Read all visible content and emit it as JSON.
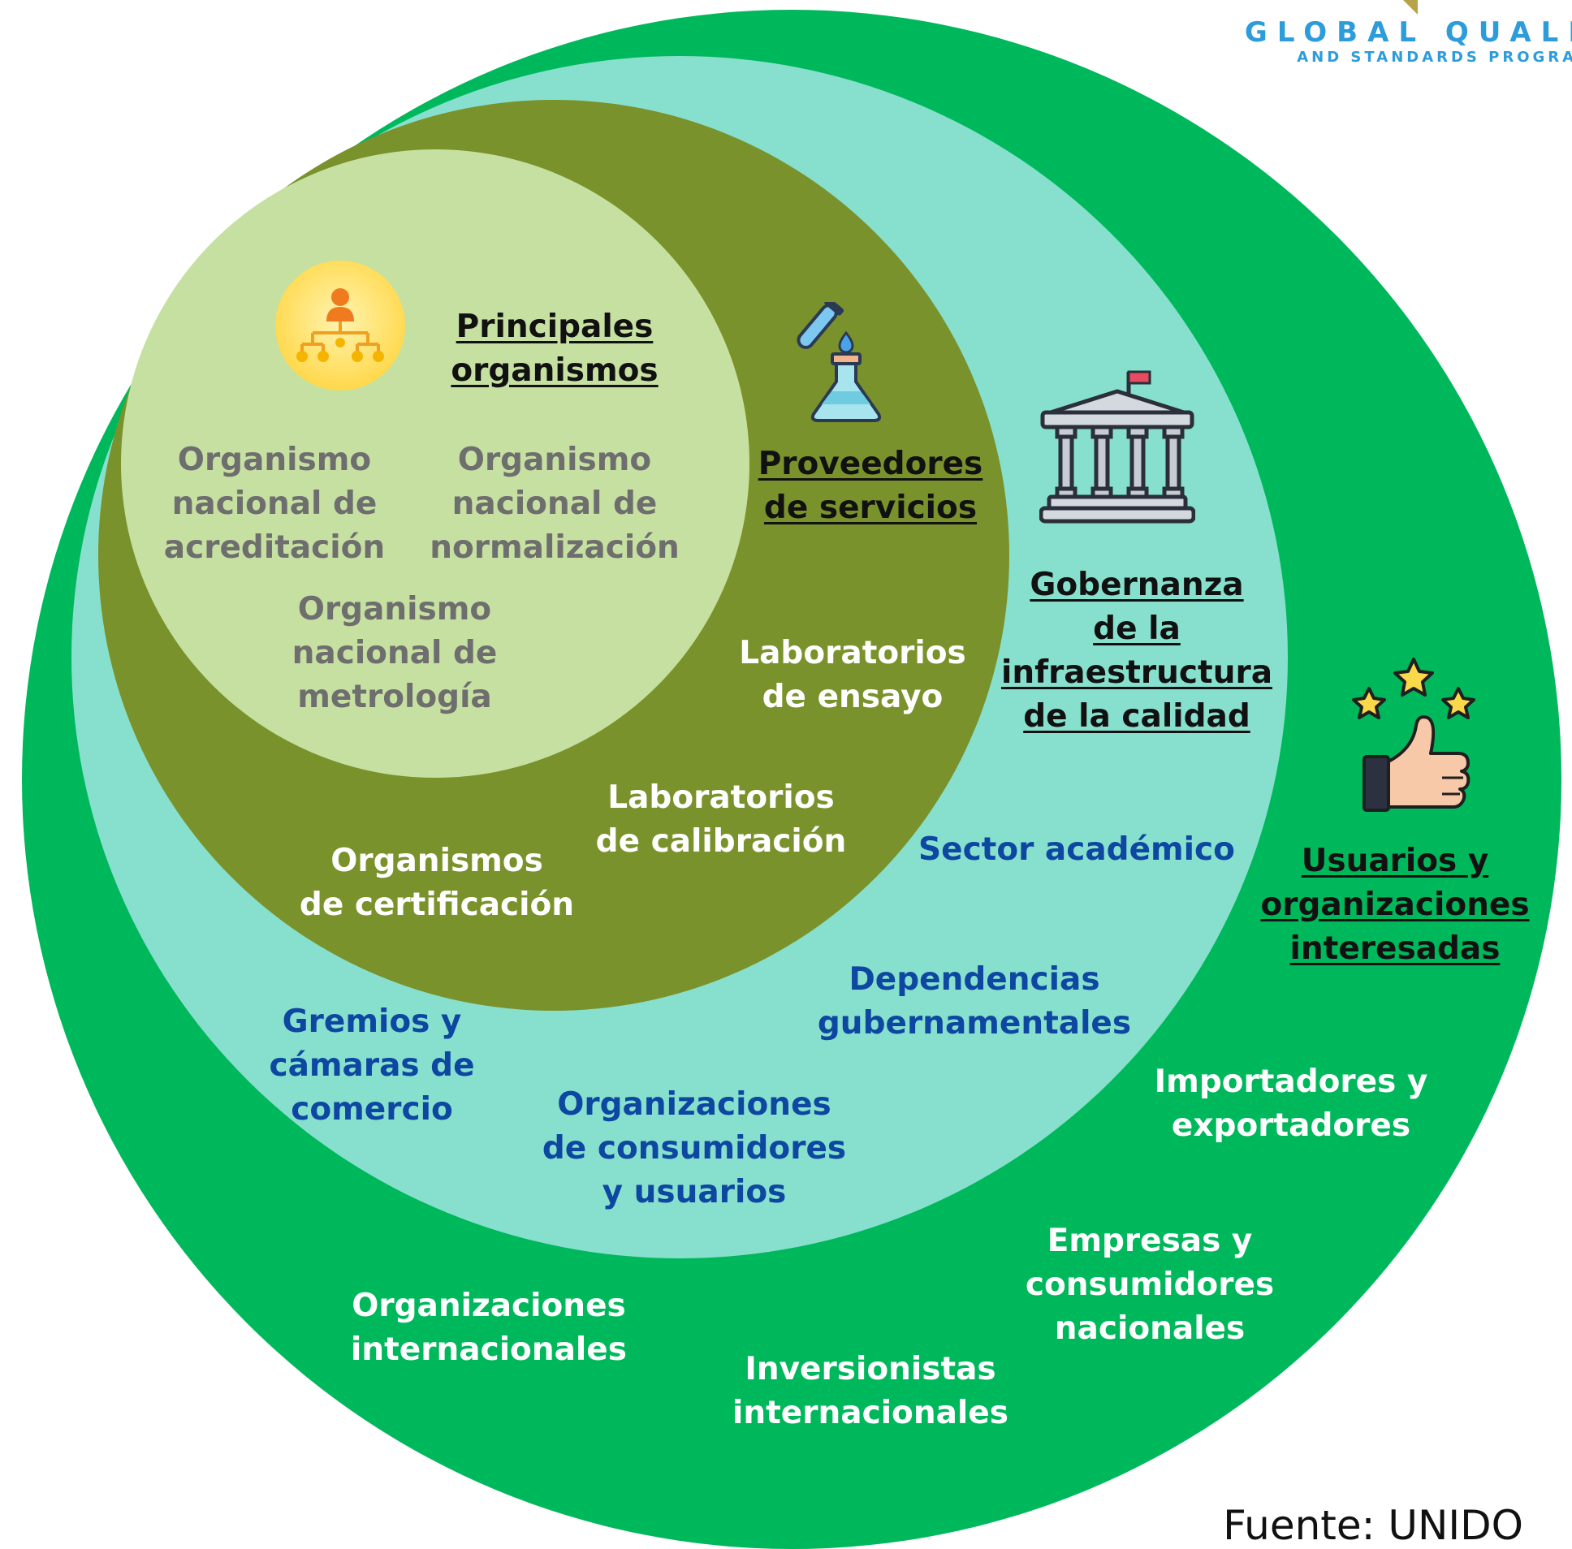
{
  "colors": {
    "outer": "#00b85c",
    "third": "#87e0cd",
    "second": "#7a922b",
    "inner": "#c6e0a1",
    "header_text": "#111111",
    "core_text": "#6e6e6e",
    "white_text": "#ffffff",
    "blue_text": "#0d47a1"
  },
  "logo": {
    "line1": "GLOBAL QUALI",
    "line2": "AND STANDARDS PROGRAM"
  },
  "core": {
    "header": "Principales\norganismos",
    "items": [
      "Organismo\nnacional de\nacreditación",
      "Organismo\nnacional de\nnormalización",
      "Organismo\nnacional de\nmetrología"
    ]
  },
  "services": {
    "header": "Proveedores\n de servicios",
    "items": [
      "Laboratorios\nde ensayo",
      "Laboratorios\nde calibración",
      "Organismos\nde certificación"
    ]
  },
  "governance": {
    "header": "Gobernanza\n de la\ninfraestructura\nde la calidad",
    "items": [
      "Sector académico",
      "Dependencias\ngubernamentales",
      "Gremios y\ncámaras de\ncomercio",
      "Organizaciones\nde consumidores\ny usuarios"
    ]
  },
  "users": {
    "header": "Usuarios y\norganizaciones\ninteresadas",
    "items": [
      "Importadores y\nexportadores",
      "Empresas y\nconsumidores\nnacionales",
      "Organizaciones\ninternacionales",
      "Inversionistas\ninternacionales"
    ]
  },
  "icons": {
    "core": "org-chart-icon",
    "services": "lab-flask-icon",
    "governance": "government-building-icon",
    "users": "thumbs-up-stars-icon"
  },
  "source": "Fuente: UNIDO"
}
